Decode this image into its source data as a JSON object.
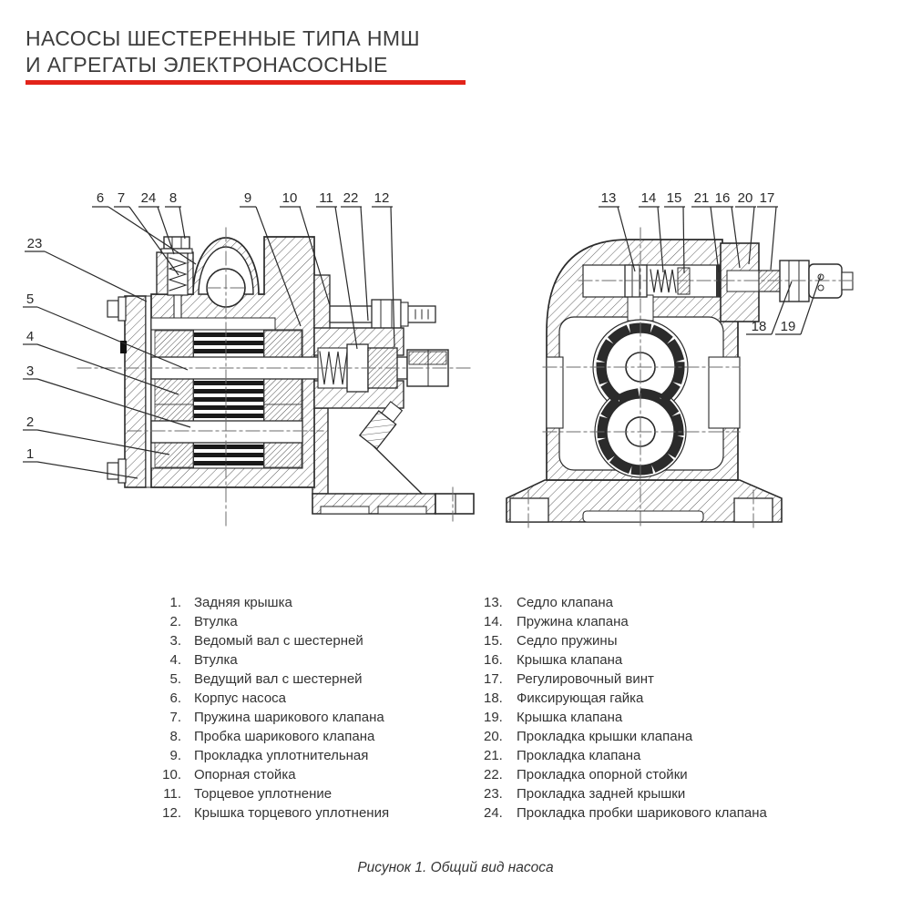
{
  "title": {
    "line1": "НАСОСЫ ШЕСТЕРЕННЫЕ ТИПА НМШ",
    "line2": "И АГРЕГАТЫ ЭЛЕКТРОНАСОСНЫЕ"
  },
  "colors": {
    "accent_red": "#e2231a",
    "title_text": "#3d3d3d",
    "drawing_line": "#2b2b2b"
  },
  "figure_caption": "Рисунок 1. Общий вид насоса",
  "parts_left": [
    {
      "num": "1.",
      "label": "Задняя крышка"
    },
    {
      "num": "2.",
      "label": "Втулка"
    },
    {
      "num": "3.",
      "label": "Ведомый вал с шестерней"
    },
    {
      "num": "4.",
      "label": "Втулка"
    },
    {
      "num": "5.",
      "label": "Ведущий вал с шестерней"
    },
    {
      "num": "6.",
      "label": "Корпус насоса"
    },
    {
      "num": "7.",
      "label": "Пружина шарикового клапана"
    },
    {
      "num": "8.",
      "label": "Пробка шарикового клапана"
    },
    {
      "num": "9.",
      "label": "Прокладка уплотнительная"
    },
    {
      "num": "10.",
      "label": "Опорная стойка"
    },
    {
      "num": "11.",
      "label": "Торцевое уплотнение"
    },
    {
      "num": "12.",
      "label": "Крышка торцевого уплотнения"
    }
  ],
  "parts_right": [
    {
      "num": "13.",
      "label": "Седло клапана"
    },
    {
      "num": "14.",
      "label": "Пружина клапана"
    },
    {
      "num": "15.",
      "label": "Седло пружины"
    },
    {
      "num": "16.",
      "label": "Крышка клапана"
    },
    {
      "num": "17.",
      "label": "Регулировочный винт"
    },
    {
      "num": "18.",
      "label": "Фиксирующая гайка"
    },
    {
      "num": "19.",
      "label": "Крышка клапана"
    },
    {
      "num": "20.",
      "label": "Прокладка крышки клапана"
    },
    {
      "num": "21.",
      "label": "Прокладка клапана"
    },
    {
      "num": "22.",
      "label": "Прокладка опорной стойки"
    },
    {
      "num": "23.",
      "label": "Прокладка задней крышки"
    },
    {
      "num": "24.",
      "label": "Прокладка пробки шарикового клапана"
    }
  ],
  "callouts": {
    "top_left": [
      "6",
      "7",
      "24",
      "8",
      "9",
      "10",
      "11",
      "22",
      "12"
    ],
    "top_right": [
      "13",
      "14",
      "15",
      "21",
      "16",
      "20",
      "17"
    ],
    "left_side": [
      "23",
      "5",
      "4",
      "3",
      "2",
      "1"
    ],
    "mid_right": [
      "18",
      "19"
    ]
  }
}
